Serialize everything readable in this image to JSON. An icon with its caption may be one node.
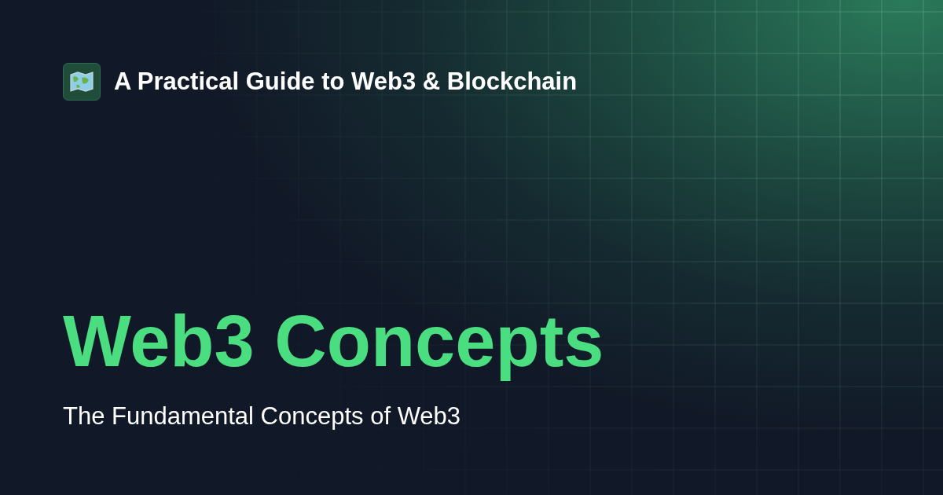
{
  "diagram": {
    "title": "Web3 Concepts",
    "labels": [
      "A Practical Guide to Web3 & Blockchain",
      "The Fundamental Concepts of Web3"
    ]
  }
}
